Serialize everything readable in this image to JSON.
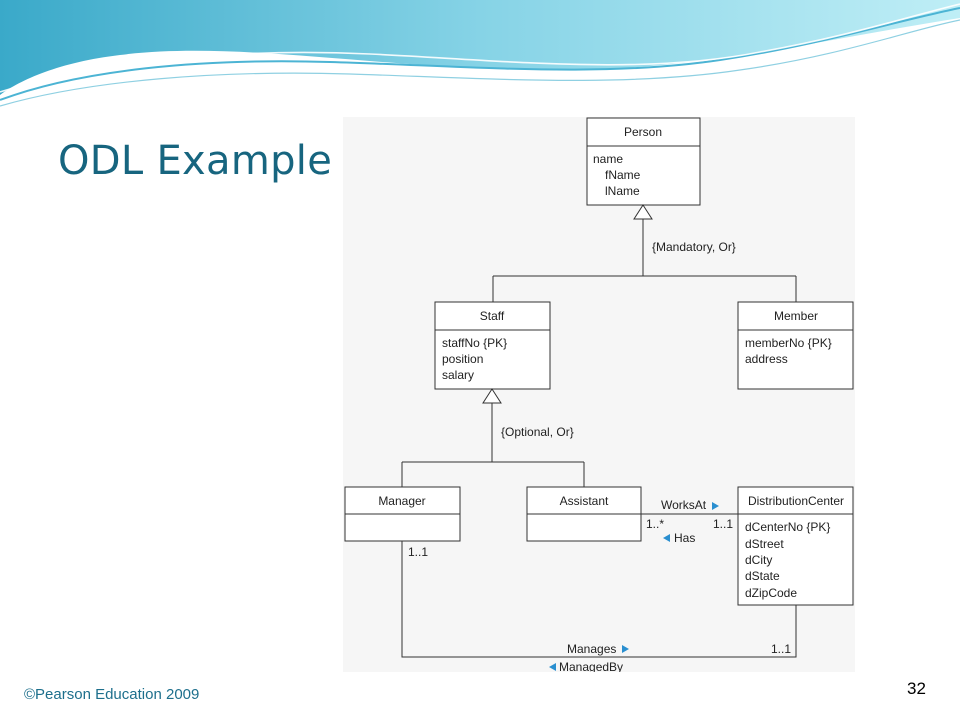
{
  "slide": {
    "title": "ODL Example",
    "footer": "©Pearson Education 2009",
    "page_number": "32"
  },
  "diagram": {
    "classes": [
      {
        "name": "Person",
        "attributes": [
          "name",
          "fName",
          "lName"
        ]
      },
      {
        "name": "Staff",
        "attributes": [
          "staffNo {PK}",
          "position",
          "salary"
        ]
      },
      {
        "name": "Member",
        "attributes": [
          "memberNo {PK}",
          "address"
        ]
      },
      {
        "name": "Manager",
        "attributes": []
      },
      {
        "name": "Assistant",
        "attributes": []
      },
      {
        "name": "DistributionCenter",
        "attributes": [
          "dCenterNo {PK}",
          "dStreet",
          "dCity",
          "dState",
          "dZipCode"
        ]
      }
    ],
    "constraints": {
      "person_generalization": "{Mandatory, Or}",
      "staff_generalization": "{Optional, Or}"
    },
    "associations": {
      "works_at": {
        "forward": "WorksAt",
        "reverse": "Has",
        "assistant_multiplicity": "1..*",
        "center_multiplicity": "1..1"
      },
      "manages": {
        "forward": "Manages",
        "reverse": "ManagedBy",
        "manager_multiplicity": "1..1",
        "center_multiplicity": "1..1"
      }
    },
    "arrow_color": "#2a8fd0"
  }
}
